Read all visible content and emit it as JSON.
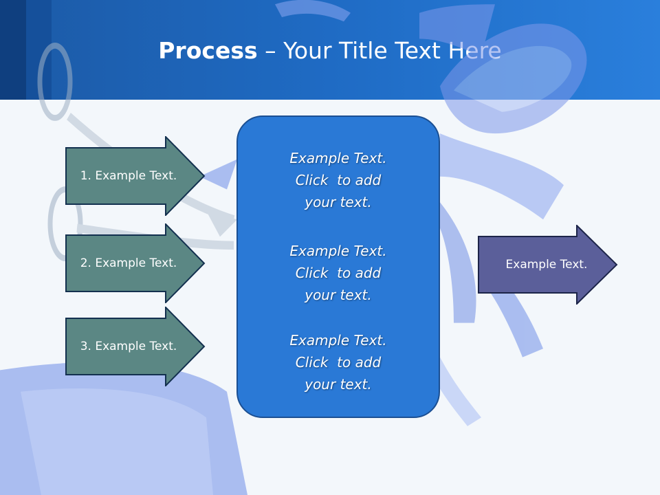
{
  "slide": {
    "title_bold": "Process",
    "title_rest": " – Your Title Text Here"
  },
  "inputs": [
    {
      "label": "1. Example Text."
    },
    {
      "label": "2. Example Text."
    },
    {
      "label": "3. Example Text."
    }
  ],
  "center": {
    "paragraphs": [
      {
        "lines": [
          "Example Text.",
          "Click  to add",
          "your text."
        ]
      },
      {
        "lines": [
          "Example Text.",
          "Click  to add",
          "your text."
        ]
      },
      {
        "lines": [
          "Example Text.",
          "Click  to add",
          "your text."
        ]
      }
    ]
  },
  "output": {
    "label": "Example Text."
  },
  "colors": {
    "header": "#1f6bc4",
    "input_arrow_fill": "#5b8784",
    "output_arrow_fill": "#5b5f9a",
    "center_box_fill": "#2a79d6"
  }
}
